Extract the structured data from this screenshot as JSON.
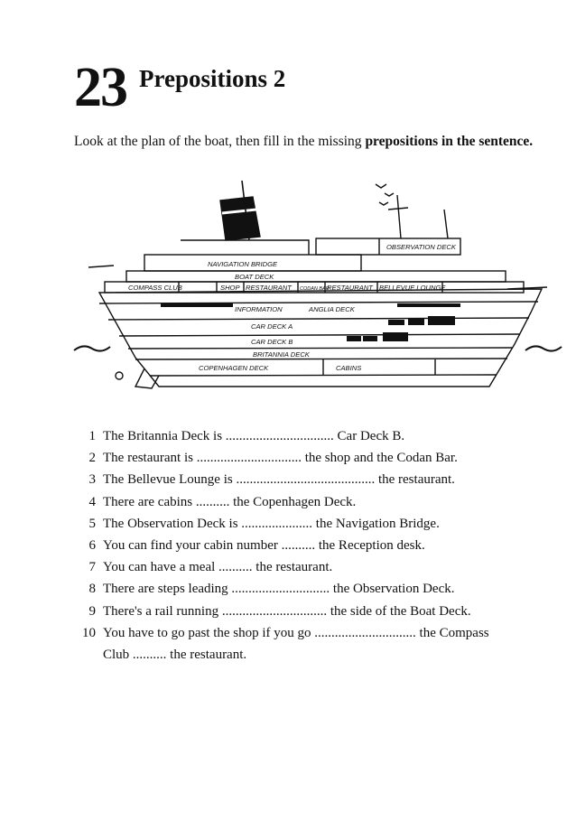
{
  "header": {
    "number": "23",
    "title": "Prepositions 2"
  },
  "instruction": {
    "part1": "Look at the plan of the boat, then fill in the missing ",
    "part2": "prepositions in the sentence."
  },
  "ship_labels": {
    "observation_deck": "OBSERVATION DECK",
    "navigation_bridge": "NAVIGATION BRIDGE",
    "boat_deck": "BOAT DECK",
    "compass_club": "COMPASS CLUB",
    "shop": "SHOP",
    "restaurant_left": "RESTAURANT",
    "codan_bar": "CODAN BAR",
    "restaurant_right": "RESTAURANT",
    "bellevue_lounge": "BELLEVUE LOUNGE",
    "information": "INFORMATION",
    "anglia_deck": "ANGLIA DECK",
    "car_deck_a": "CAR DECK A",
    "car_deck_b": "CAR DECK B",
    "britannia_deck": "BRITANNIA DECK",
    "copenhagen_deck": "COPENHAGEN DECK",
    "cabins": "CABINS"
  },
  "exercises": [
    {
      "number": "1",
      "text": "The Britannia Deck is ................................ Car Deck B."
    },
    {
      "number": "2",
      "text": "The restaurant is ............................... the shop and the Codan Bar."
    },
    {
      "number": "3",
      "text": "The Bellevue Lounge is ......................................... the restaurant."
    },
    {
      "number": "4",
      "text": "There are cabins .......... the Copenhagen Deck."
    },
    {
      "number": "5",
      "text": "The Observation Deck is ..................... the Navigation Bridge."
    },
    {
      "number": "6",
      "text": "You can find your cabin number .......... the Reception desk."
    },
    {
      "number": "7",
      "text": "You can have a meal .......... the restaurant."
    },
    {
      "number": "8",
      "text": "There are steps leading ............................. the Observation Deck."
    },
    {
      "number": "9",
      "text": "There's a rail running ............................... the side of the Boat Deck."
    },
    {
      "number": "10",
      "text": "You have to go past the shop if you go .............................. the Compass\nClub .......... the restaurant."
    }
  ]
}
